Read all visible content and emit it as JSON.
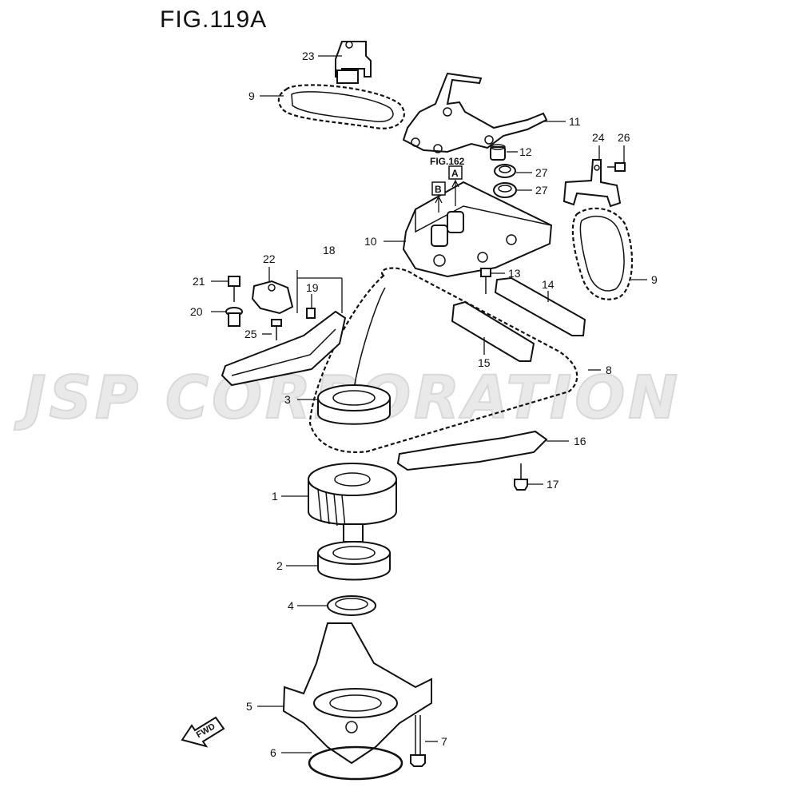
{
  "figure": {
    "title": "FIG.119A"
  },
  "watermark": "JSP CORPORATION",
  "references": {
    "fig": "FIG.162",
    "a": "A",
    "b": "B"
  },
  "direction": "FWD",
  "callouts": {
    "p1": "1",
    "p2": "2",
    "p3": "3",
    "p4": "4",
    "p5": "5",
    "p6": "6",
    "p7": "7",
    "p8": "8",
    "p9a": "9",
    "p9b": "9",
    "p10": "10",
    "p11": "11",
    "p12": "12",
    "p13": "13",
    "p14": "14",
    "p15": "15",
    "p16": "16",
    "p17": "17",
    "p18": "18",
    "p19": "19",
    "p20": "20",
    "p21": "21",
    "p22": "22",
    "p23": "23",
    "p24": "24",
    "p25": "25",
    "p26": "26",
    "p27a": "27",
    "p27b": "27"
  }
}
